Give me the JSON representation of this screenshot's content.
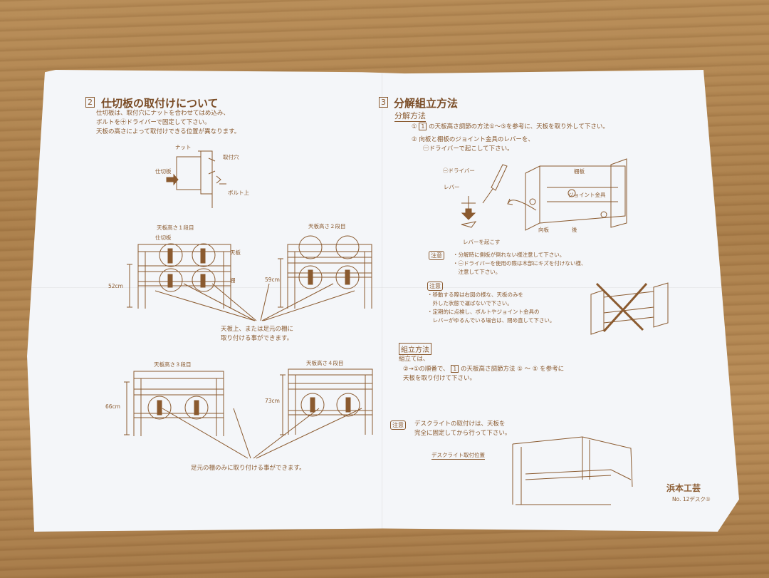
{
  "left": {
    "heading_num": "2",
    "heading": "仕切板の取付けについて",
    "intro": [
      "仕切板は、取付穴にナットを合わせてはめ込み、",
      "ボルトを㊉ドライバーで固定して下さい。",
      "天板の高さによって取付けできる位置が異なります。"
    ],
    "detail_labels": {
      "nut": "ナット",
      "hole": "取付穴",
      "panel": "仕切板",
      "bolt": "ボルト上"
    },
    "h1": "天板高さ１段目",
    "h2": "天板高さ２段目",
    "h3": "天板高さ３段目",
    "h4": "天板高さ４段目",
    "h1_labels": {
      "panel": "仕切板",
      "top": "天板",
      "shelf": "棚"
    },
    "d1": "52cm",
    "d2": "59cm",
    "d3": "66cm",
    "d4": "73cm",
    "note1": [
      "天板上、または足元の棚に",
      "取り付ける事ができます。"
    ],
    "note2": "足元の棚のみに取り付ける事ができます。"
  },
  "right": {
    "heading_num": "3",
    "heading": "分解組立方法",
    "sub1": "分解方法",
    "step1_num": "①",
    "step1_box": "1",
    "step1": "の天板高さ調節の方法①〜⑤を参考に、天板を取り外して下さい。",
    "step2_num": "②",
    "step2": [
      "向板と棚板のジョイント金具のレバーを、",
      "㊀ドライバーで起こして下さい。"
    ],
    "fig_labels": {
      "driver": "㊀ドライバー",
      "lever": "レバー",
      "shelf": "棚板",
      "joint": "ジョイント金具",
      "front": "向板",
      "back": "後",
      "raise": "レバーを起こす"
    },
    "caution1_tag": "注意",
    "caution1": [
      "・分解時に側板が倒れない様注意して下さい。",
      "・㊀ドライバーを使用の際は木部にキズを付けない様、",
      "　注意して下さい。"
    ],
    "caution2_tag": "注意",
    "caution2": [
      "・移動する際は右図の様な、天板のみを",
      "　外した状態で運ばないで下さい。",
      "・定期的に点検し、ボルトやジョイント金具の",
      "　レバーがゆるんでいる場合は、閉め直して下さい。"
    ],
    "sub2": "組立方法",
    "assembly": [
      "組立ては、",
      "②→①の順番で、",
      "の天板高さ調節方法 ① 〜 ⑤ を参考に",
      "天板を取り付けて下さい。"
    ],
    "assembly_box": "1",
    "caution3_tag": "注意",
    "caution3": [
      "デスクライトの取付けは、天板を",
      "完全に固定してから行って下さい。"
    ],
    "lamp_label": "デスクライト取付位置",
    "brand": "浜本工芸",
    "doc_no": "No. 12デスク①"
  }
}
